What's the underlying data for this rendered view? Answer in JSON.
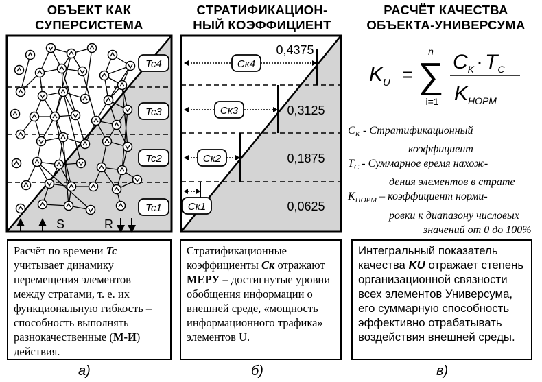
{
  "headers": {
    "a": "ОБЪЕКТ КАК\nСУПЕРСИСТЕМА",
    "b": "СТРАТИФИКАЦИОН-\nНЫЙ КОЭФФИЦИЕНТ",
    "c": "РАСЧЁТ КАЧЕСТВА\nОБЪЕКТА-УНИВЕРСУМА"
  },
  "panel_a": {
    "tc_labels": [
      "Tc4",
      "Tc3",
      "Tc2",
      "Tc1"
    ],
    "s_label": "S",
    "r_label": "R"
  },
  "panel_b": {
    "ck_labels": [
      "Ск4",
      "Ск3",
      "Ск2",
      "Ск1"
    ],
    "values": [
      "0,4375",
      "0,3125",
      "0,1875",
      "0,0625"
    ]
  },
  "formula": {
    "lhs": "K",
    "lhs_sub": "U",
    "equals": "=",
    "sum_top": "n",
    "sum_bottom": "i=1",
    "numerator": "C",
    "numerator_sub": "K",
    "dot": "·",
    "numerator2": "T",
    "numerator2_sub": "C",
    "denominator": "K",
    "denominator_sub": "НОРМ"
  },
  "legend": {
    "ck_sym": "С",
    "ck_sub": "К",
    "ck_text": " - Стратификационный",
    "ck_text2": "коэффициент",
    "tc_sym": "T",
    "tc_sub": "С",
    "tc_text": " - Суммарное время нахож-",
    "tc_text2": "дения элементов в страте",
    "kn_sym": "K",
    "kn_sub": "НОРМ",
    "kn_text": " – коэффициент норми-",
    "kn_text2": "ровки к диапазону числовых",
    "kn_text3": "значений от 0 до 100%"
  },
  "descriptions": {
    "a_1": "Расчёт по времени ",
    "a_sym": "Tc",
    "a_2": " учитывает динамику перемещения элементов между стратами, т. е. их функциональную гибкость – способность выполнять разнокачественные (",
    "a_bold": "М-И",
    "a_3": ") действия.",
    "b_1": "Стратификационные коэффициенты ",
    "b_sym": "Cк",
    "b_2": " отражают ",
    "b_bold": "МЕРУ",
    "b_3": " – достигнутые уровни обобщения информации о внешней среде, «мощность информационного трафика» элементов U.",
    "c_1": "Интегральный показатель качества ",
    "c_sym": "KU",
    "c_2": " отражает степень организационной связности всех элементов Универсума, его суммарную способность эффективно отрабатывать воздействия внешней среды."
  },
  "captions": [
    "а)",
    "б)",
    "в)"
  ]
}
